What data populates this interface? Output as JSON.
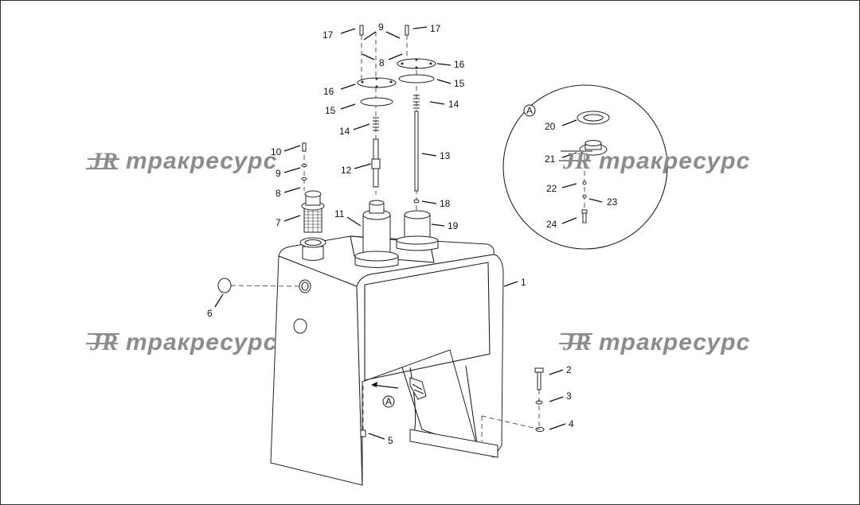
{
  "watermark": {
    "logo": "JR",
    "text": "тракресурс"
  },
  "detail_marker": "A",
  "parts": [
    {
      "num": "1"
    },
    {
      "num": "2"
    },
    {
      "num": "3"
    },
    {
      "num": "4"
    },
    {
      "num": "5"
    },
    {
      "num": "6"
    },
    {
      "num": "7"
    },
    {
      "num": "8"
    },
    {
      "num": "9"
    },
    {
      "num": "10"
    },
    {
      "num": "11"
    },
    {
      "num": "12"
    },
    {
      "num": "13"
    },
    {
      "num": "14"
    },
    {
      "num": "15"
    },
    {
      "num": "16"
    },
    {
      "num": "17"
    },
    {
      "num": "18"
    },
    {
      "num": "19"
    },
    {
      "num": "20"
    },
    {
      "num": "21"
    },
    {
      "num": "22"
    },
    {
      "num": "23"
    },
    {
      "num": "24"
    }
  ]
}
